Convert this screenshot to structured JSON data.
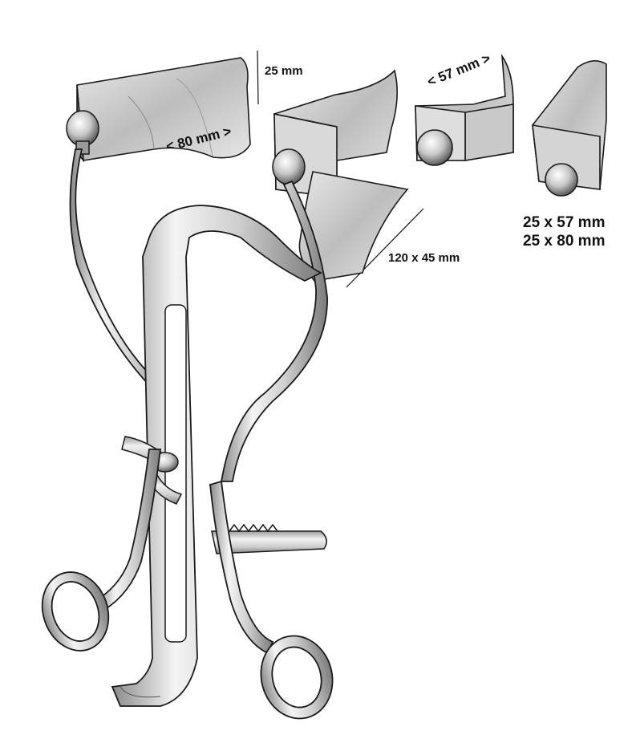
{
  "labels": {
    "blade_height": "25 mm",
    "blade_large_width": "< 80 mm >",
    "blade_small_width": "< 57 mm >",
    "bottom_blade": "120 x 45 mm",
    "sizes_line1": "25 x 57 mm",
    "sizes_line2": "25 x 80 mm"
  },
  "colors": {
    "metal_light": "#f2f2f2",
    "metal_mid": "#c4c4c4",
    "metal_dark": "#6e6e6e",
    "outline": "#1a1a1a",
    "background": "#ffffff"
  }
}
